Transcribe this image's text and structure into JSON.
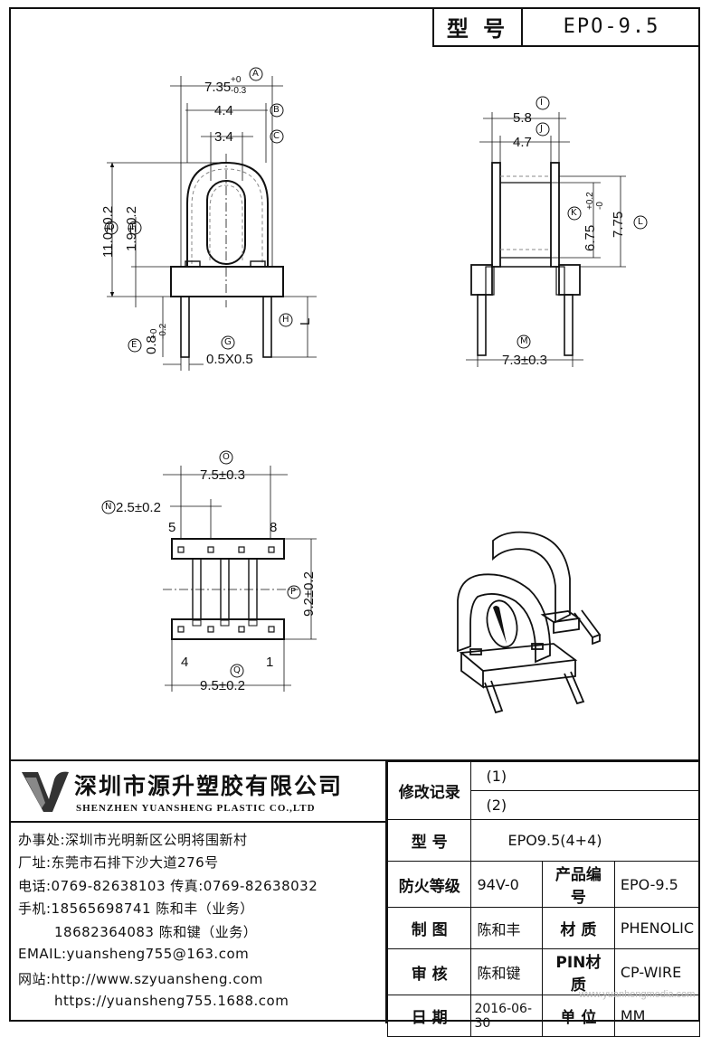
{
  "header": {
    "model_label": "型 号",
    "model_value": "EPO-9.5"
  },
  "front_view": {
    "dims": {
      "A": "7.35",
      "A_tol_top": "+0",
      "A_tol_bot": "-0.3",
      "B": "4.4",
      "C": "3.4",
      "D": "11.0±0.2",
      "F": "1.9±0.2",
      "E": "0.8",
      "E_tol_top": "+0",
      "E_tol_bot": "-0.2",
      "G": "0.5X0.5",
      "H": "L"
    }
  },
  "side_view": {
    "dims": {
      "I": "5.8",
      "J": "4.7",
      "K": "6.75",
      "K_tol_top": "+0.2",
      "K_tol_bot": "-0",
      "L": "7.75",
      "M": "7.3±0.3"
    }
  },
  "bottom_view": {
    "dims": {
      "O": "7.5±0.3",
      "N": "2.5±0.2",
      "P": "9.2±0.2",
      "Q": "9.5±0.2"
    },
    "pins": {
      "p5": "5",
      "p8": "8",
      "p4": "4",
      "p1": "1"
    }
  },
  "circle_labels": {
    "A": "A",
    "B": "B",
    "C": "C",
    "D": "D",
    "E": "E",
    "F": "F",
    "G": "G",
    "H": "H",
    "I": "I",
    "J": "J",
    "K": "K",
    "L": "L",
    "M": "M",
    "N": "N",
    "O": "O",
    "P": "P",
    "Q": "Q"
  },
  "company": {
    "cn_name": "深圳市源升塑胶有限公司",
    "en_name": "SHENZHEN YUANSHENG PLASTIC CO.,LTD",
    "office": "办事处:深圳市光明新区公明将围新村",
    "factory": "厂址:东莞市石排下沙大道276号",
    "phone": "电话:0769-82638103 传真:0769-82638032",
    "mobile1": "手机:18565698741 陈和丰（业务）",
    "mobile2": "18682364083 陈和键（业务）",
    "email": "EMAIL:yuansheng755@163.com",
    "website1": "网站:http://www.szyuansheng.com",
    "website2": "https://yuansheng755.1688.com"
  },
  "spec": {
    "revision_label": "修改记录",
    "rev1": "(1)",
    "rev2": "(2)",
    "model_label": "型 号",
    "model_value": "EPO9.5(4+4)",
    "fire_label": "防火等级",
    "fire_value": "94V-0",
    "product_no_label": "产品编号",
    "product_no_value": "EPO-9.5",
    "drawn_label": "制 图",
    "drawn_value": "陈和丰",
    "material_label": "材 质",
    "material_value": "PHENOLIC",
    "review_label": "审 核",
    "review_value": "陈和键",
    "pin_material_label": "PIN材 质",
    "pin_material_value": "CP-WIRE",
    "date_label": "日 期",
    "date_value": "2016-06-30",
    "unit_label": "单 位",
    "unit_value": "MM"
  },
  "watermark": "www.yuanhengmedia.com"
}
